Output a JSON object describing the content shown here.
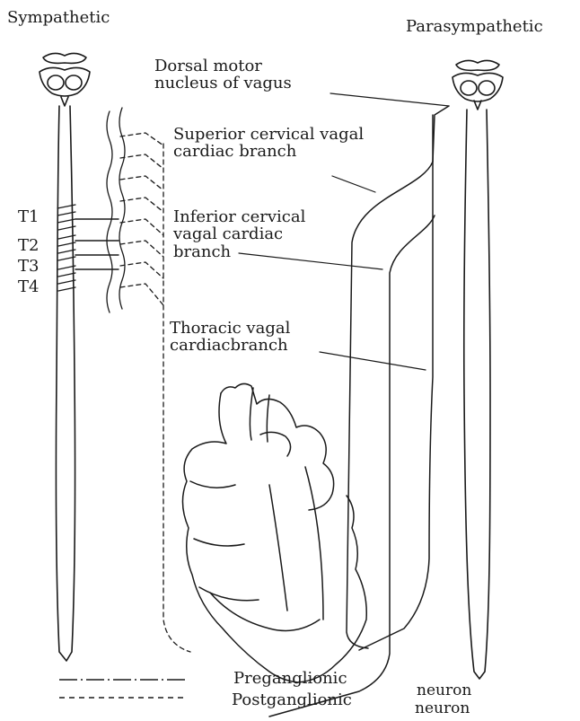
{
  "headers": {
    "left": "Sympathetic",
    "right": "Parasympathetic"
  },
  "labels": {
    "dorsal_motor": "Dorsal motor\nnucleus of vagus",
    "superior_cervical": "Superior cervical vagal\ncardiac branch",
    "inferior_cervical": "Inferior cervical\nvagal cardiac\nbranch",
    "thoracic": "Thoracic vagal\ncardiacbranch"
  },
  "spinal_levels": [
    "T1",
    "T2",
    "T3",
    "T4"
  ],
  "legend": {
    "preganglionic": "Preganglionic",
    "postganglionic": "Postganglionic",
    "neuron_1": "neuron",
    "neuron_2": "neuron"
  },
  "colors": {
    "ink": "#1a1a1a",
    "background": "#ffffff"
  }
}
